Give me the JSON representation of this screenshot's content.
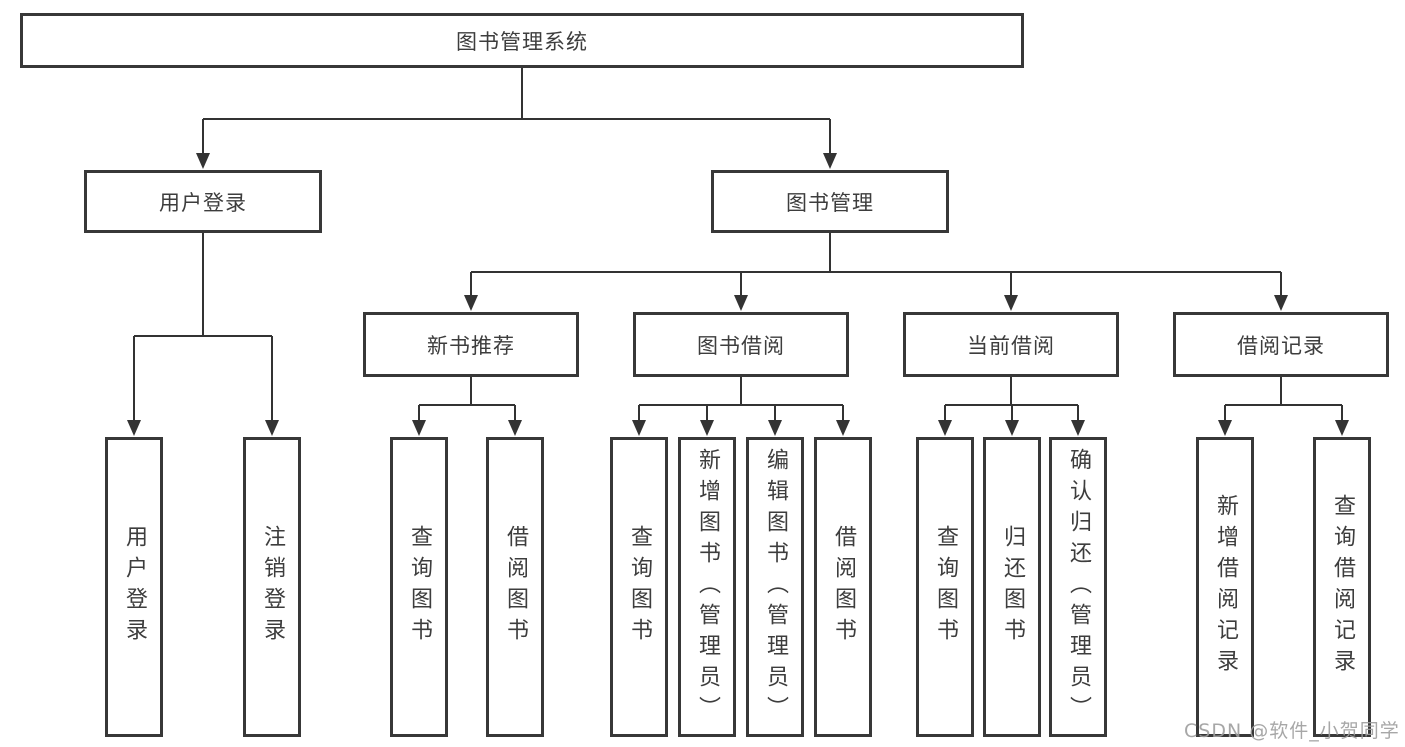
{
  "diagram": {
    "title": "图书管理系统",
    "branches": [
      {
        "label": "用户登录",
        "children": [
          {
            "label": "用户登录"
          },
          {
            "label": "注销登录"
          }
        ]
      },
      {
        "label": "图书管理",
        "children": [
          {
            "label": "新书推荐",
            "children": [
              {
                "label": "查询图书"
              },
              {
                "label": "借阅图书"
              }
            ]
          },
          {
            "label": "图书借阅",
            "children": [
              {
                "label": "查询图书"
              },
              {
                "label": "新增图书（管理员）"
              },
              {
                "label": "编辑图书（管理员）"
              },
              {
                "label": "借阅图书"
              }
            ]
          },
          {
            "label": "当前借阅",
            "children": [
              {
                "label": "查询图书"
              },
              {
                "label": "归还图书"
              },
              {
                "label": "确认归还（管理员）"
              }
            ]
          },
          {
            "label": "借阅记录",
            "children": [
              {
                "label": "新增借阅记录"
              },
              {
                "label": "查询借阅记录"
              }
            ]
          }
        ]
      }
    ]
  },
  "watermark": {
    "text": "CSDN @软件_小贺同学"
  },
  "colors": {
    "line": "#333333",
    "box_border": "#383838",
    "text": "#3d3d3d",
    "watermark": "#9e9e9e",
    "background": "#ffffff"
  }
}
